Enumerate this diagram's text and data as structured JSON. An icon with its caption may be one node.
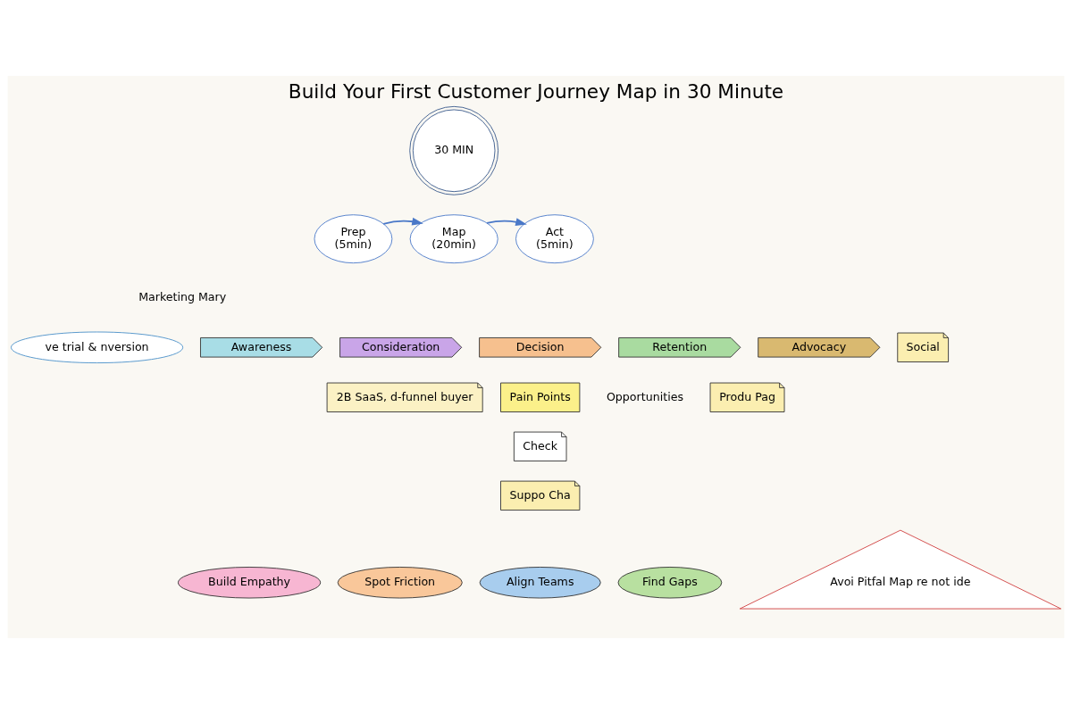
{
  "diagram": {
    "title": "Build Your First Customer Journey Map in 30 Minute",
    "nodes": [
      {
        "text": [
          "30 MIN"
        ]
      },
      {
        "text": [
          "Prep",
          "(5min)"
        ]
      },
      {
        "text": [
          "Map",
          "(20min)"
        ]
      },
      {
        "text": [
          "Act",
          "(5min)"
        ]
      },
      {
        "text": [
          "Awareness"
        ]
      },
      {
        "text": [
          "Consideration"
        ]
      },
      {
        "text": [
          "Decision"
        ]
      },
      {
        "text": [
          "Retention"
        ]
      },
      {
        "text": [
          "Advocacy"
        ]
      },
      {
        "text": [
          "ve trial & nversion"
        ]
      },
      {
        "text": [
          "2B SaaS, d-funnel buyer"
        ]
      },
      {
        "text": [
          "Social"
        ]
      },
      {
        "text": [
          "Produ Pag"
        ]
      },
      {
        "text": [
          "Check"
        ]
      },
      {
        "text": [
          "Suppo Cha"
        ]
      },
      {
        "text": [
          "Avoi Pitfal Map re not ide"
        ]
      },
      {
        "text": [
          "Pain Points"
        ]
      },
      {
        "text": [
          "Build Empathy"
        ]
      },
      {
        "text": [
          "Spot Friction"
        ]
      },
      {
        "text": [
          "Align Teams"
        ]
      },
      {
        "text": [
          "Find Gaps"
        ]
      }
    ],
    "edges": [
      {
        "from": 1,
        "to": 2,
        "arrow": "to"
      },
      {
        "from": 2,
        "to": 3,
        "arrow": "to"
      }
    ],
    "labels": [
      "Marketing Mary",
      "Opportunities"
    ]
  }
}
